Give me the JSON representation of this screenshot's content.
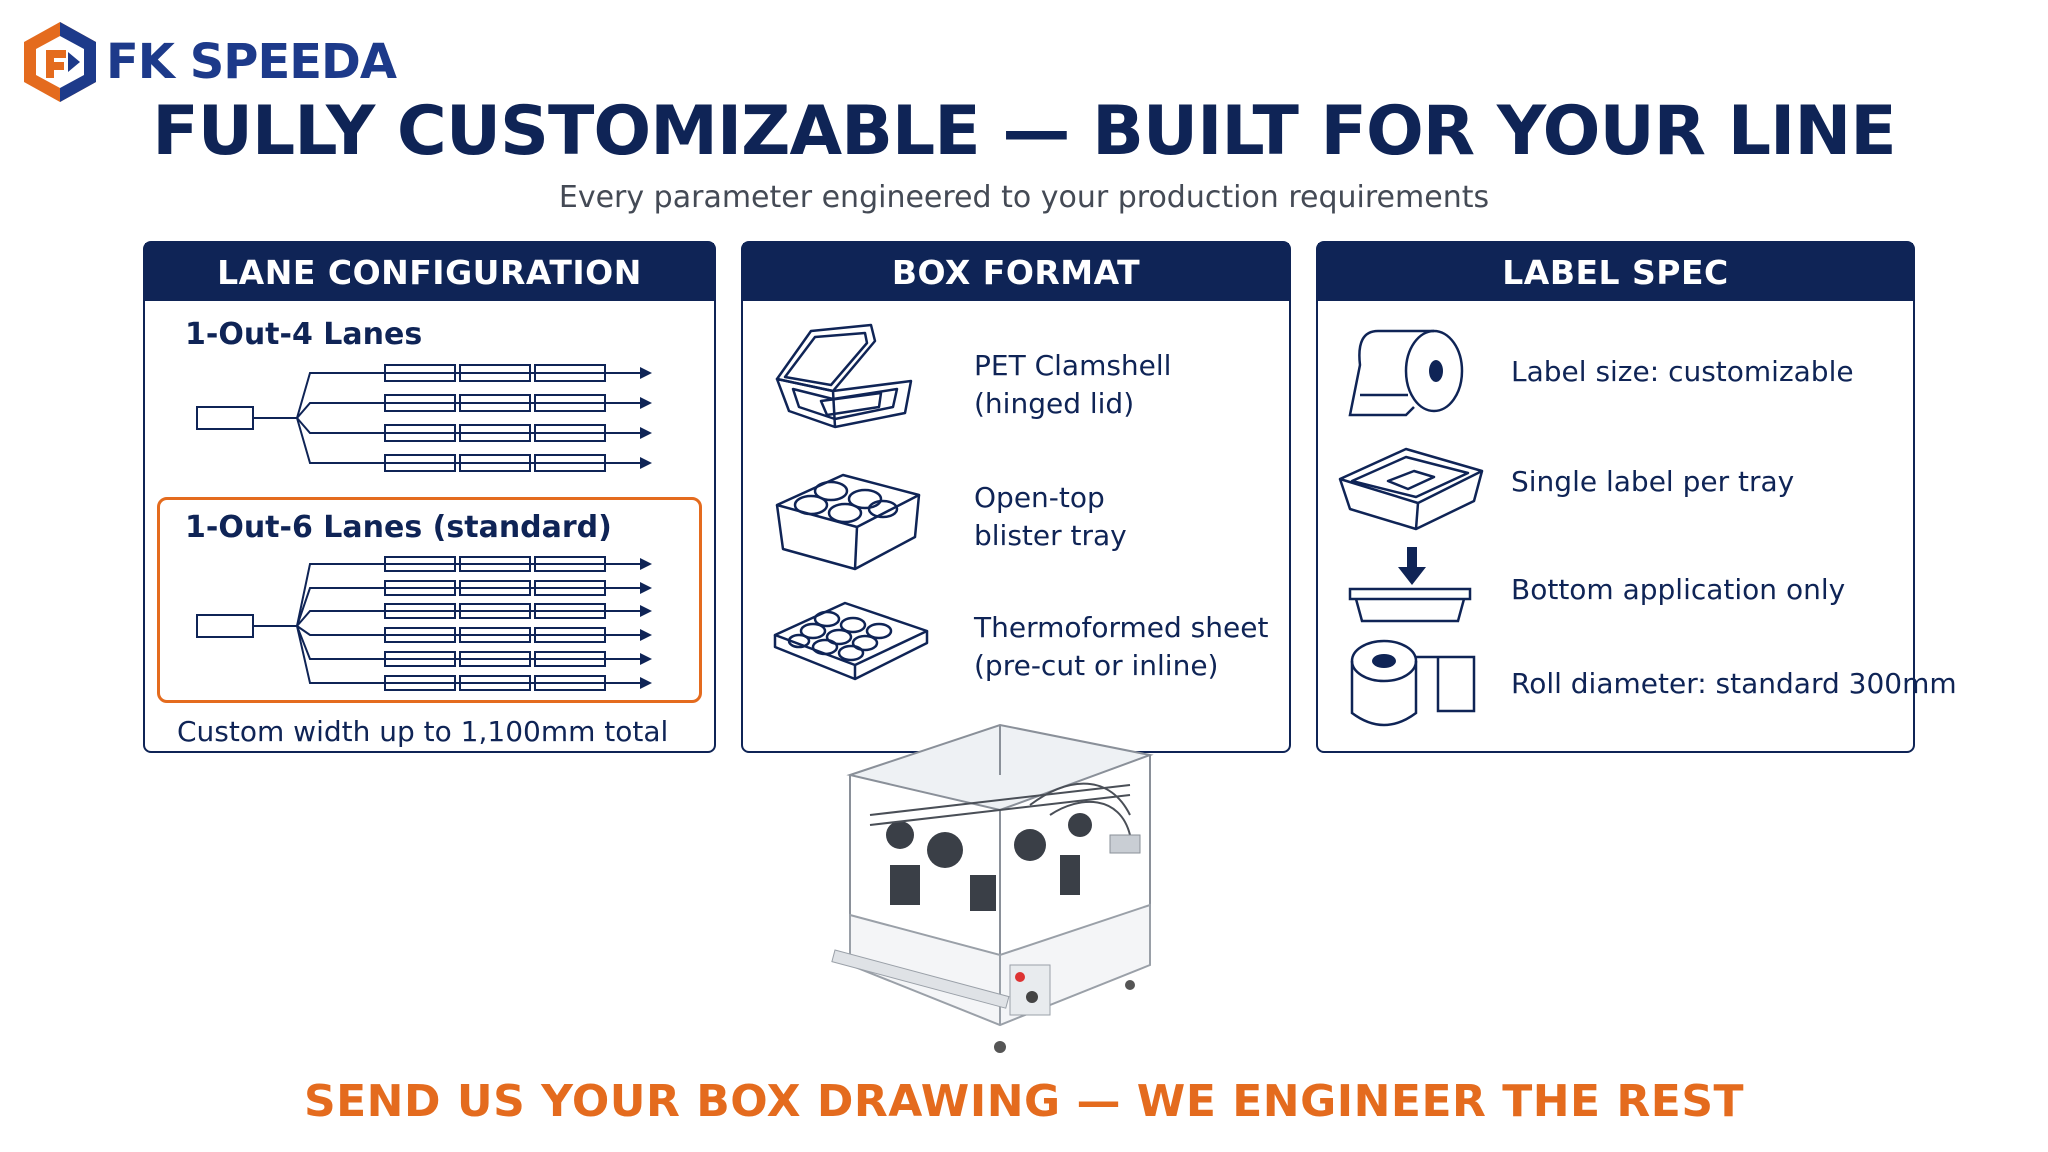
{
  "brand": {
    "name": "FK SPEEDA",
    "colors": {
      "navy": "#0f2456",
      "orange": "#e46b1e",
      "blue": "#1d3a8a"
    }
  },
  "header": {
    "title": "FULLY CUSTOMIZABLE — BUILT FOR YOUR LINE",
    "subtitle": "Every parameter engineered to your production requirements"
  },
  "lane_panel": {
    "title": "LANE CONFIGURATION",
    "option_a": "1-Out-4 Lanes",
    "option_b": "1-Out-6 Lanes (standard)",
    "note": "Custom width up to 1,100mm total"
  },
  "box_panel": {
    "title": "BOX FORMAT",
    "items": [
      {
        "icon": "clamshell-icon",
        "line1": "PET Clamshell",
        "line2": "(hinged lid)"
      },
      {
        "icon": "blister-tray-icon",
        "line1": "Open-top",
        "line2": "blister tray"
      },
      {
        "icon": "thermoformed-sheet-icon",
        "line1": "Thermoformed sheet",
        "line2": "(pre-cut or inline)"
      }
    ]
  },
  "label_panel": {
    "title": "LABEL SPEC",
    "items": [
      {
        "icon": "label-roll-icon",
        "text": "Label size: customizable"
      },
      {
        "icon": "tray-label-icon",
        "text": "Single label per tray"
      },
      {
        "icon": "bottom-apply-icon",
        "text": "Bottom application only"
      },
      {
        "icon": "roll-diameter-icon",
        "text": "Roll diameter: standard 300mm"
      }
    ]
  },
  "footer": {
    "cta": "SEND US YOUR BOX DRAWING — WE ENGINEER THE REST"
  }
}
